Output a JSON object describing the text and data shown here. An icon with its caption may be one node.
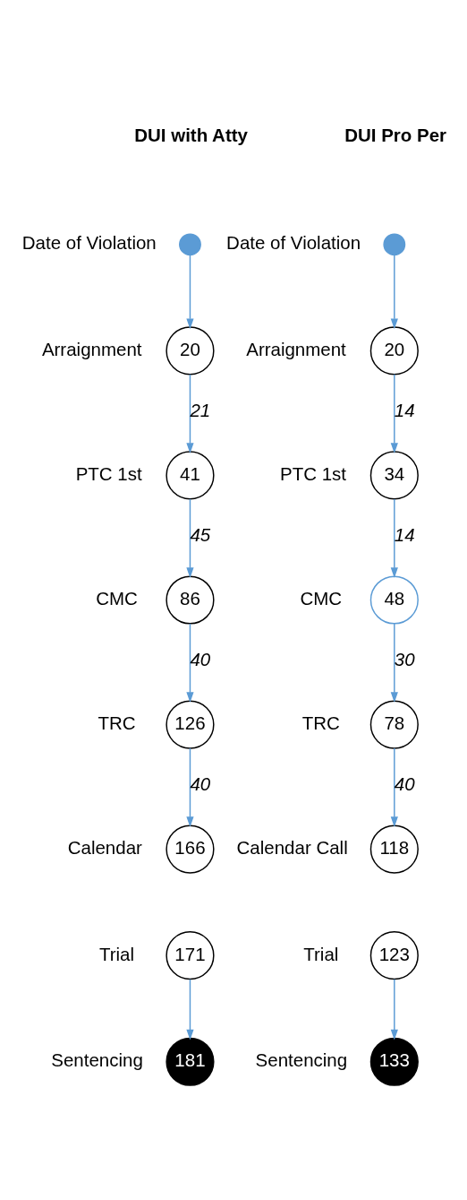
{
  "diagram": {
    "nodes": [
      {
        "text": [],
        "shape": "circle",
        "beside": [
          "Date of Violation"
        ]
      },
      {
        "text": [
          "20"
        ],
        "beside": [
          "Arraignment"
        ]
      },
      {
        "text": [
          "41"
        ],
        "beside": [
          "PTC 1st"
        ]
      },
      {
        "text": [
          "86"
        ],
        "beside": [
          "CMC"
        ]
      },
      {
        "text": [
          "126"
        ],
        "beside": [
          "TRC"
        ]
      },
      {
        "text": [
          "166"
        ],
        "beside": [
          "Calendar"
        ]
      },
      {
        "text": [
          "171"
        ],
        "beside": [
          "Trial"
        ]
      },
      {
        "text": [
          "181"
        ],
        "beside": [
          "Sentencing"
        ]
      },
      {
        "text": [],
        "shape": "circle",
        "beside": [
          "Date of Violation"
        ]
      },
      {
        "text": [
          "20"
        ],
        "beside": [
          "Arraignment"
        ]
      },
      {
        "text": [
          "34"
        ],
        "beside": [
          "PTC 1st"
        ]
      },
      {
        "text": [
          "48"
        ],
        "beside": [
          "CMC"
        ]
      },
      {
        "text": [
          "78"
        ],
        "beside": [
          "TRC"
        ]
      },
      {
        "text": [
          "118"
        ],
        "beside": [
          "Calendar Call"
        ]
      },
      {
        "text": [
          "123"
        ],
        "beside": [
          "Trial"
        ]
      },
      {
        "text": [
          "133"
        ],
        "beside": [
          "Sentencing"
        ]
      }
    ],
    "edges": [
      {
        "from": 0,
        "to": 1,
        "arrow": "to"
      },
      {
        "from": 1,
        "to": 2,
        "arrow": "to",
        "label": "21"
      },
      {
        "from": 2,
        "to": 3,
        "arrow": "to",
        "label": "45"
      },
      {
        "from": 3,
        "to": 4,
        "arrow": "to",
        "label": "40"
      },
      {
        "from": 4,
        "to": 5,
        "arrow": "to",
        "label": "40"
      },
      {
        "from": 6,
        "to": 7,
        "arrow": "to"
      },
      {
        "from": 8,
        "to": 9,
        "arrow": "to"
      },
      {
        "from": 9,
        "to": 10,
        "arrow": "to",
        "label": "14"
      },
      {
        "from": 10,
        "to": 11,
        "arrow": "to",
        "label": "14"
      },
      {
        "from": 11,
        "to": 12,
        "arrow": "to",
        "label": "30"
      },
      {
        "from": 12,
        "to": 13,
        "arrow": "to",
        "label": "40"
      },
      {
        "from": 14,
        "to": 15,
        "arrow": "to"
      }
    ],
    "labels": [
      "DUI with Atty",
      "DUI Pro Per"
    ]
  }
}
